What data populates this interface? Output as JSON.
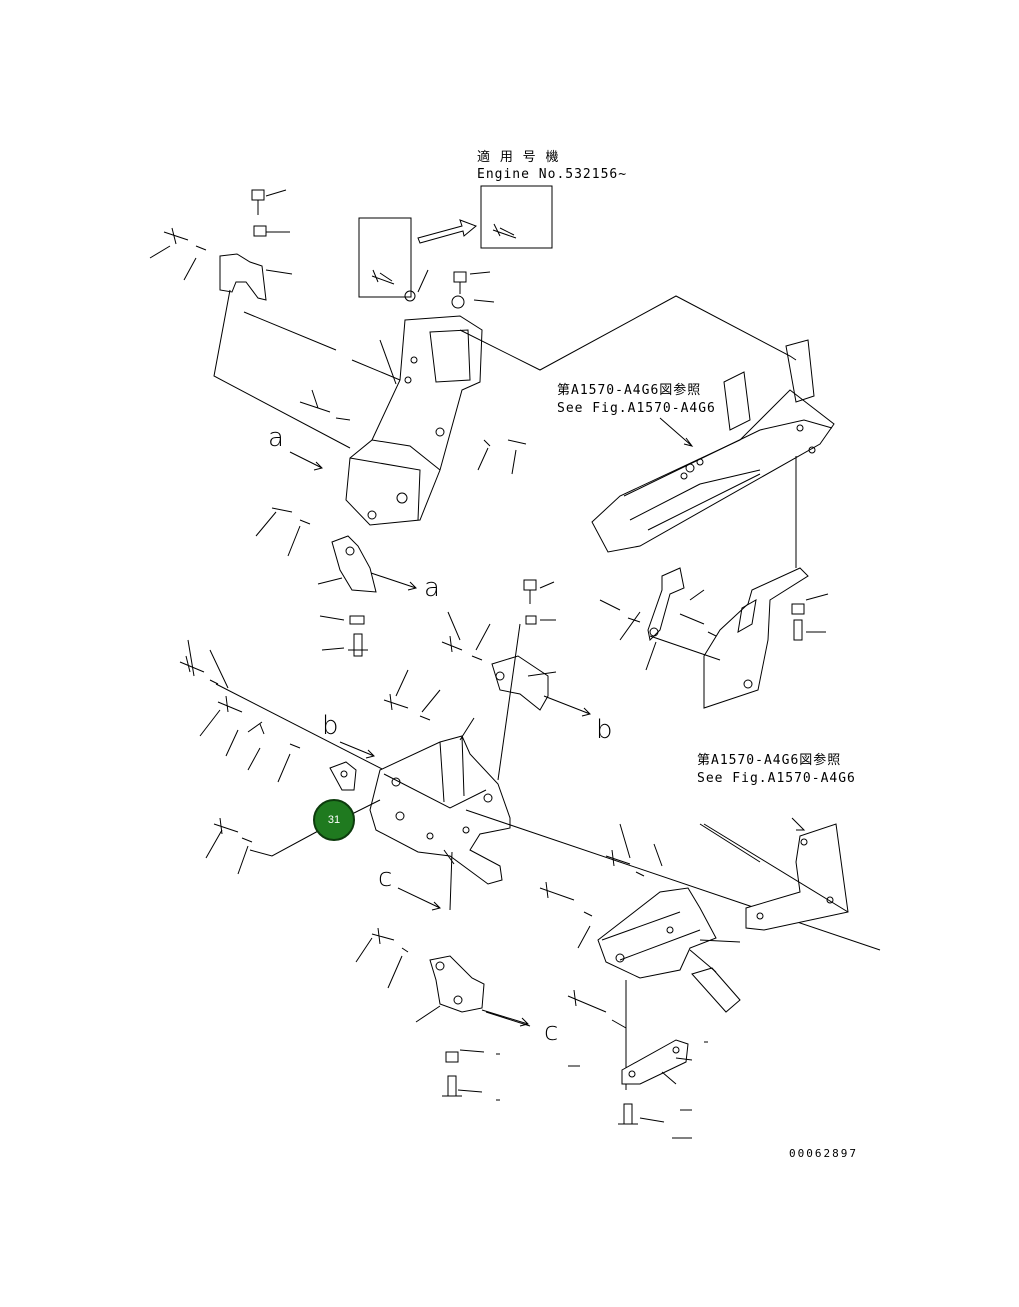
{
  "serial_header": {
    "title": "適 用 号 機",
    "engine_no": "Engine No.532156~"
  },
  "fig_ref_top": {
    "jp": "第A1570-A4G6図参照",
    "en": "See Fig.A1570-A4G6"
  },
  "fig_ref_bottom": {
    "jp": "第A1570-A4G6図参照",
    "en": "See Fig.A1570-A4G6"
  },
  "view_labels": {
    "a_start": "a",
    "a_end": "a",
    "b_start": "b",
    "b_end": "b",
    "c_start": "c",
    "c_end": "c"
  },
  "callout": {
    "number": "31",
    "color": "#1f7a1f"
  },
  "drawing_number": "00062897"
}
